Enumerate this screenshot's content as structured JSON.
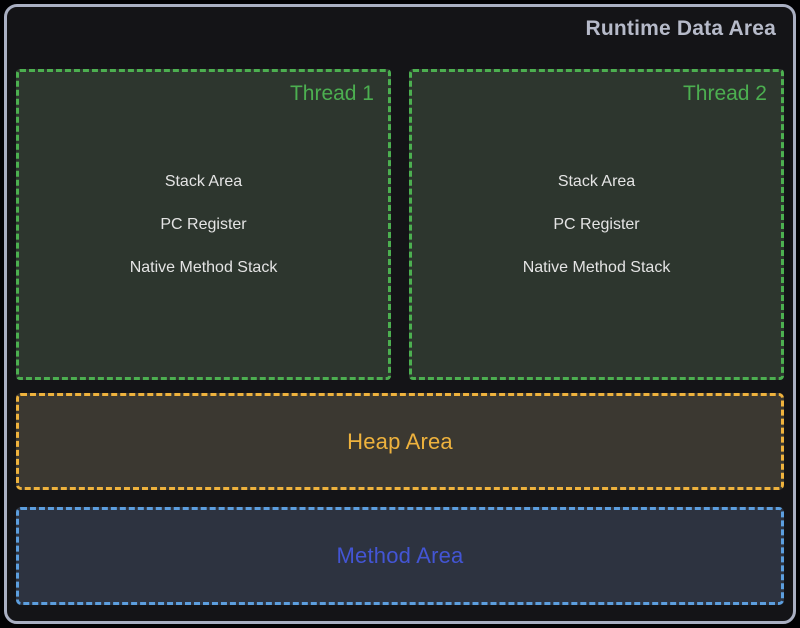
{
  "title": "Runtime Data Area",
  "colors": {
    "panel_bg": "#141417",
    "panel_border": "#a9afc2",
    "title_color": "#b6bac9",
    "thread_bg": "#2d362e",
    "thread_border": "#4caf50",
    "thread_label": "#4caf50",
    "item_color": "#e4e4e4",
    "heap_bg": "#3b3831",
    "heap_border": "#eeb23d",
    "heap_label": "#eeb23d",
    "method_bg": "#2d3340",
    "method_border": "#5c9ede",
    "method_label": "#4355d4"
  },
  "threads": [
    {
      "label": "Thread 1",
      "items": [
        "Stack Area",
        "PC Register",
        "Native Method Stack"
      ]
    },
    {
      "label": "Thread 2",
      "items": [
        "Stack Area",
        "PC Register",
        "Native Method Stack"
      ]
    }
  ],
  "heap": {
    "label": "Heap Area"
  },
  "method": {
    "label": "Method Area"
  }
}
